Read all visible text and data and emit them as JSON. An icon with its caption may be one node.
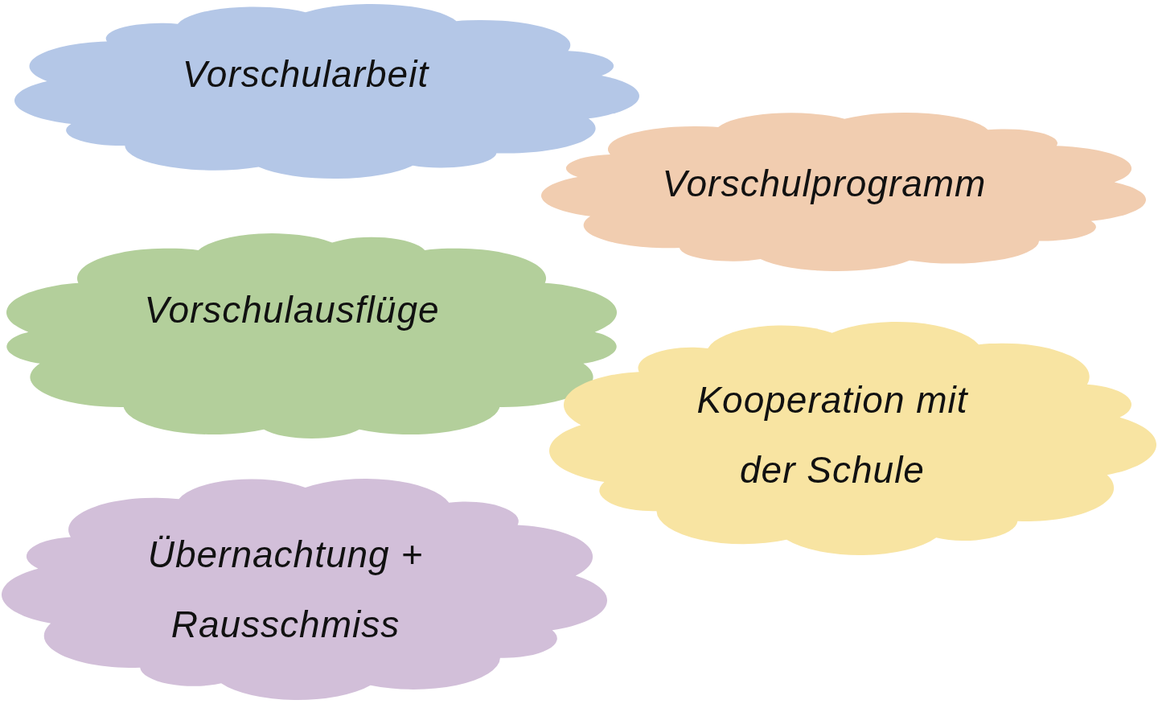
{
  "diagram": {
    "nodes": [
      {
        "text": [
          "Vorschularbeit"
        ]
      },
      {
        "text": [
          "Vorschulprogramm"
        ]
      },
      {
        "text": [
          "Vorschulausflüge"
        ]
      },
      {
        "text": [
          "Kooperation mit der Schule"
        ]
      },
      {
        "text": [
          "Übernachtung + Rausschmiss"
        ]
      }
    ]
  }
}
